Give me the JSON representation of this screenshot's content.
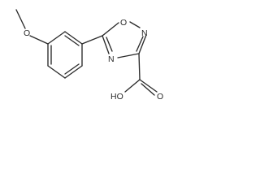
{
  "molecule": {
    "atoms": {
      "o_methoxy": "O",
      "o_ring": "O",
      "n_ring_upper": "N",
      "n_ring_lower": "N",
      "oh": "HO",
      "o_carbonyl": "O"
    },
    "colors": {
      "bond": "#2a2a2a",
      "background": "#ffffff"
    }
  }
}
